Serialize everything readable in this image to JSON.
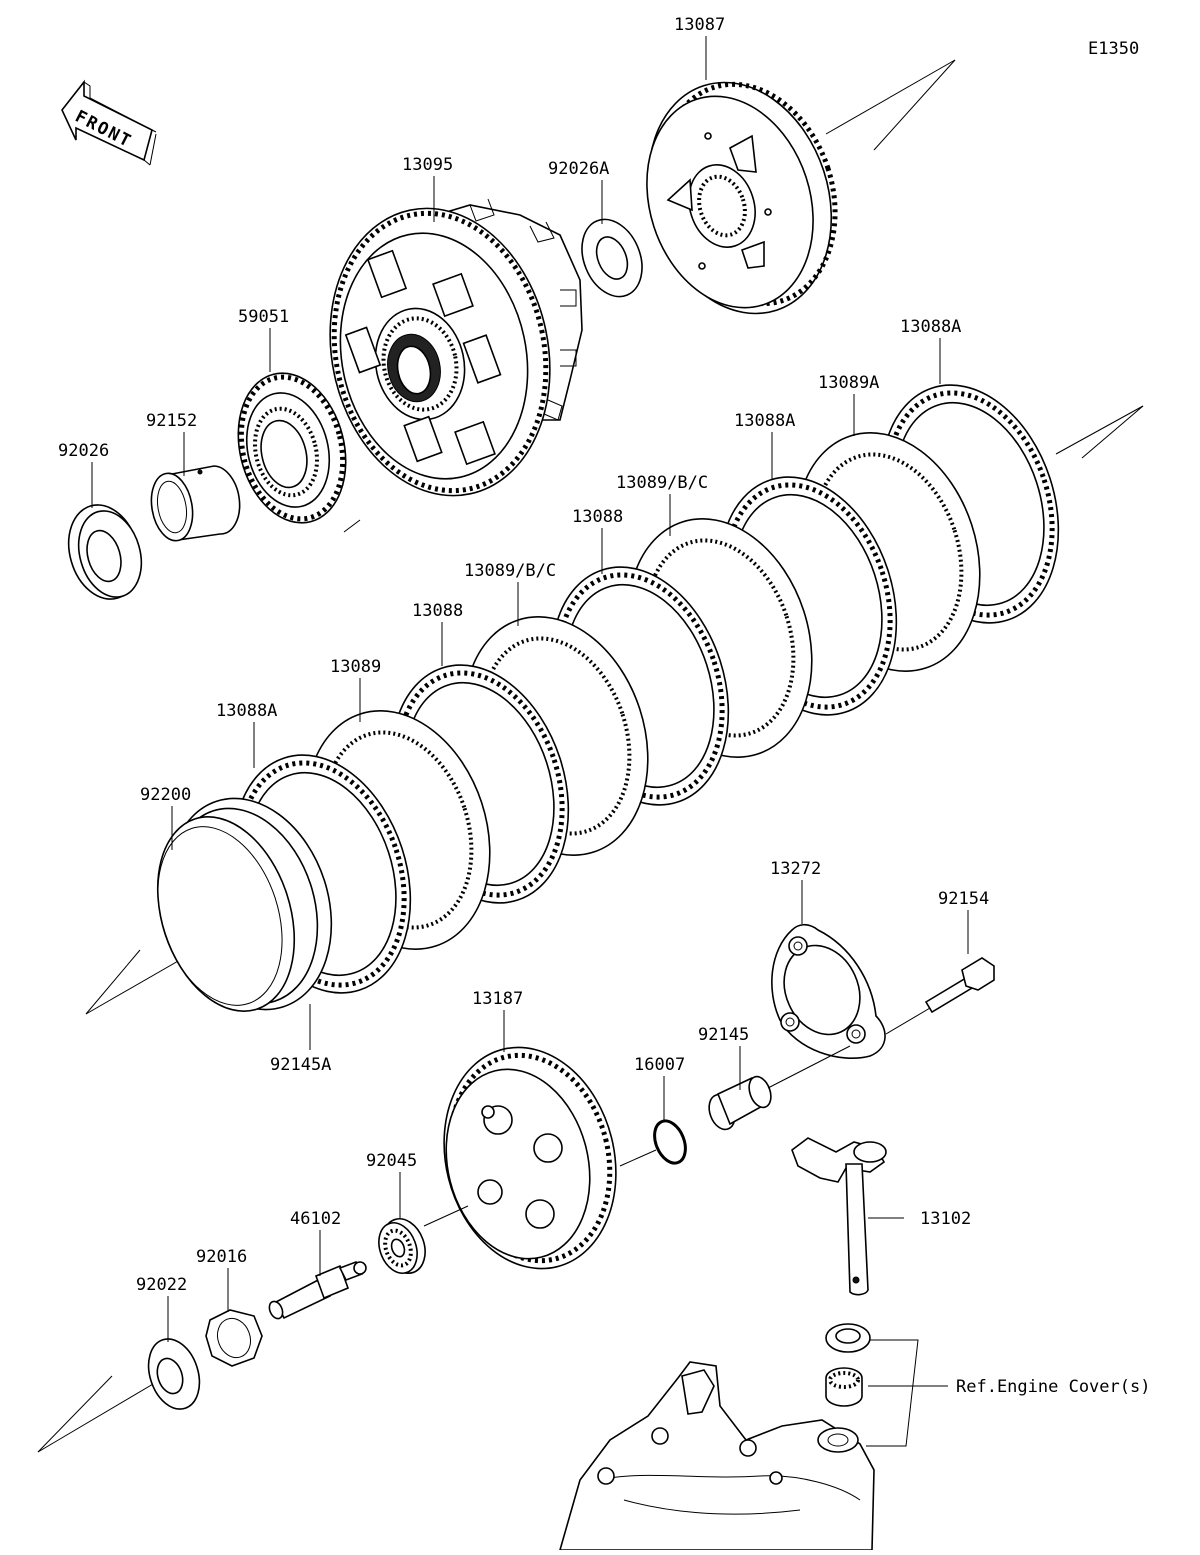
{
  "diagram": {
    "code": "E1350",
    "front_label": "FRONT",
    "ref_note": "Ref.Engine Cover(s)",
    "labels": {
      "p13087": "13087",
      "p13095": "13095",
      "p92026A": "92026A",
      "p59051": "59051",
      "p92152": "92152",
      "p92026": "92026",
      "p13088A_top": "13088A",
      "p13089A": "13089A",
      "p13088A_mid": "13088A",
      "p13089BC_1": "13089/B/C",
      "p13088_1": "13088",
      "p13089BC_2": "13089/B/C",
      "p13088_2": "13088",
      "p13089": "13089",
      "p13088A_low": "13088A",
      "p92200": "92200",
      "p92145A": "92145A",
      "p13272": "13272",
      "p92154": "92154",
      "p13187": "13187",
      "p92145": "92145",
      "p16007": "16007",
      "p92045": "92045",
      "p46102": "46102",
      "p13102": "13102",
      "p92016": "92016",
      "p92022": "92022"
    }
  }
}
